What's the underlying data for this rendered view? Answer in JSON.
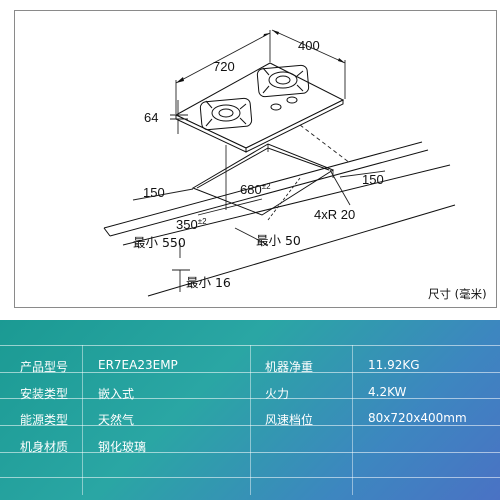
{
  "dimensions": {
    "top_depth": "400",
    "top_width": "720",
    "height_base": "64",
    "cutout_left": "150",
    "cutout_width_num": "680",
    "cutout_width_tol": "±2",
    "cutout_right": "150",
    "cutout_depth_num": "350",
    "cutout_depth_tol": "±2",
    "corner_radius": "4xR 20",
    "min_front": "最小 550",
    "min_back": "最小 50",
    "min_thickness": "最小 16"
  },
  "unit_note": "尺寸 (毫米)",
  "specs": {
    "rows": [
      {
        "label1": "产品型号",
        "value1": "ER7EA23EMP",
        "label2": "机器净重",
        "value2": "11.92KG"
      },
      {
        "label1": "安装类型",
        "value1": "嵌入式",
        "label2": "火力",
        "value2": "4.2KW"
      },
      {
        "label1": "能源类型",
        "value1": "天然气",
        "label2": "风速档位",
        "value2": "80x720x400mm"
      },
      {
        "label1": "机身材质",
        "value1": "钢化玻璃",
        "label2": "",
        "value2": ""
      }
    ]
  }
}
